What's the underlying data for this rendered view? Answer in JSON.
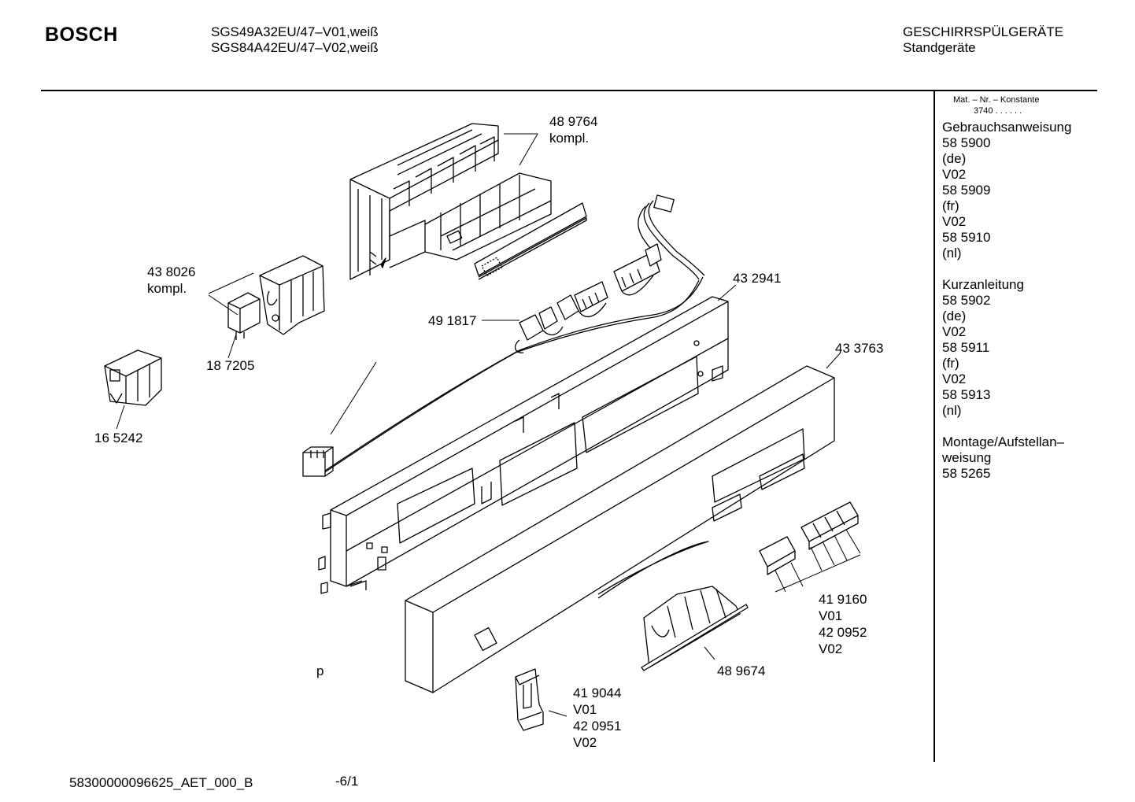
{
  "header": {
    "brand": "BOSCH",
    "models": [
      "SGS49A32EU/47–V01,weiß",
      "SGS84A42EU/47–V02,weiß"
    ],
    "category": [
      "GESCHIRRSPÜLGERÄTE",
      "Standgeräte"
    ]
  },
  "sidebar": {
    "mat_label": "Mat. – Nr. – Konstante",
    "mat_value": "3740 .  .  .  .  .  .",
    "sections": [
      {
        "lines": [
          "Gebrauchsanweisung",
          "58 5900",
          "(de)",
          "V02",
          "58 5909",
          "(fr)",
          "V02",
          "58 5910",
          "(nl)"
        ]
      },
      {
        "lines": [
          "Kurzanleitung",
          "58 5902",
          "(de)",
          "V02",
          "58 5911",
          "(fr)",
          "V02",
          "58 5913",
          "(nl)"
        ]
      },
      {
        "lines": [
          "Montage/Aufstellan–",
          "weisung",
          "58 5265"
        ]
      }
    ]
  },
  "callouts": {
    "c489764": [
      "48 9764",
      "kompl."
    ],
    "c438026": [
      "43 8026",
      "kompl."
    ],
    "c432941": [
      "43 2941"
    ],
    "c491817": [
      "49 1817"
    ],
    "c433763": [
      "43 3763"
    ],
    "c187205": [
      "18 7205"
    ],
    "c165242": [
      "16 5242"
    ],
    "c419160": [
      "41 9160",
      "V01",
      "42 0952",
      "V02"
    ],
    "c489674": [
      "48 9674"
    ],
    "c419044": [
      "41 9044",
      "V01",
      "42 0951",
      "V02"
    ],
    "p": [
      "p"
    ]
  },
  "footer": {
    "doc_id": "58300000096625_AET_000_B",
    "page": "-6/1"
  }
}
